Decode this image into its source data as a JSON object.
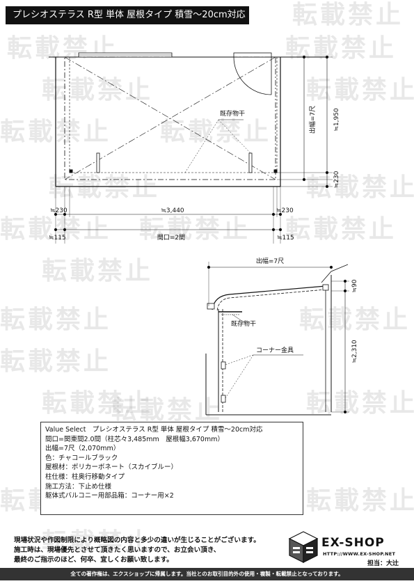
{
  "title": "プレシオステラス R型 単体 屋根タイプ 積雪～20cm対応",
  "watermark_text": "転載禁止",
  "plan_view": {
    "label_existing_dryer": "既存物干",
    "dim_projection_label": "出幅=7尺",
    "dim_depth_main": "≒1,950",
    "dim_depth_small": "≒230",
    "dim_left_230": "≒230",
    "dim_center_3440": "≒3,440",
    "dim_right_230": "≒230",
    "dim_left_115": "≒115",
    "dim_frontage": "間口=2間",
    "dim_right_115": "≒115"
  },
  "side_view": {
    "dim_projection_label": "出幅=7尺",
    "label_existing_dryer": "既存物干",
    "label_corner_bracket": "コーナー金具",
    "dim_top_90": "≒90",
    "dim_height_2310": "≒2,310"
  },
  "spec": [
    "Value Select　プレシオステラス R型 単体 屋根タイプ 積雪～20cm対応",
    "間口=関東間2.0間（柱芯々3,485mm　屋根幅3,670mm）",
    "出幅=7尺（2,070mm）",
    "色：チャコールブラック",
    "屋根材：ポリカーボネート（スカイブルー）",
    "柱仕様：柱奥行移動タイプ",
    "施工方法：下止め仕様",
    "躯体式バルコニー用部品箱：コーナー用×2"
  ],
  "notes": [
    "現場状況や作図制限により概略図の内容と多少の違いが生じることがございます。",
    "施工時は、現場優先とさせて頂きたく思いますので、お立会い頂き、",
    "最終のご指示のほど、何卒、宜しくお願い致します。"
  ],
  "brand": {
    "name": "EX-SHOP",
    "url": "HTTP://WWW.EX-SHOP.NET",
    "staff": "担当：大辻"
  },
  "footer": "全ての著作権は、エクスショップに帰属します。当社とのお取引目的外の使用・複製・転載禁止となっております。"
}
